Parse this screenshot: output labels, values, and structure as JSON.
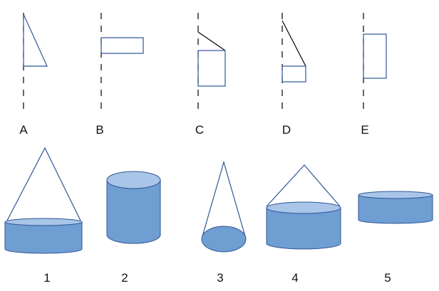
{
  "colors": {
    "line": "#2F5597",
    "fill": "#6F9ED2",
    "fill_top": "#A9C6E8",
    "stroke_dark": "#000000"
  },
  "profiles": {
    "labels": [
      "A",
      "B",
      "C",
      "D",
      "E"
    ]
  },
  "solids": {
    "labels": [
      "1",
      "2",
      "3",
      "4",
      "5"
    ]
  }
}
